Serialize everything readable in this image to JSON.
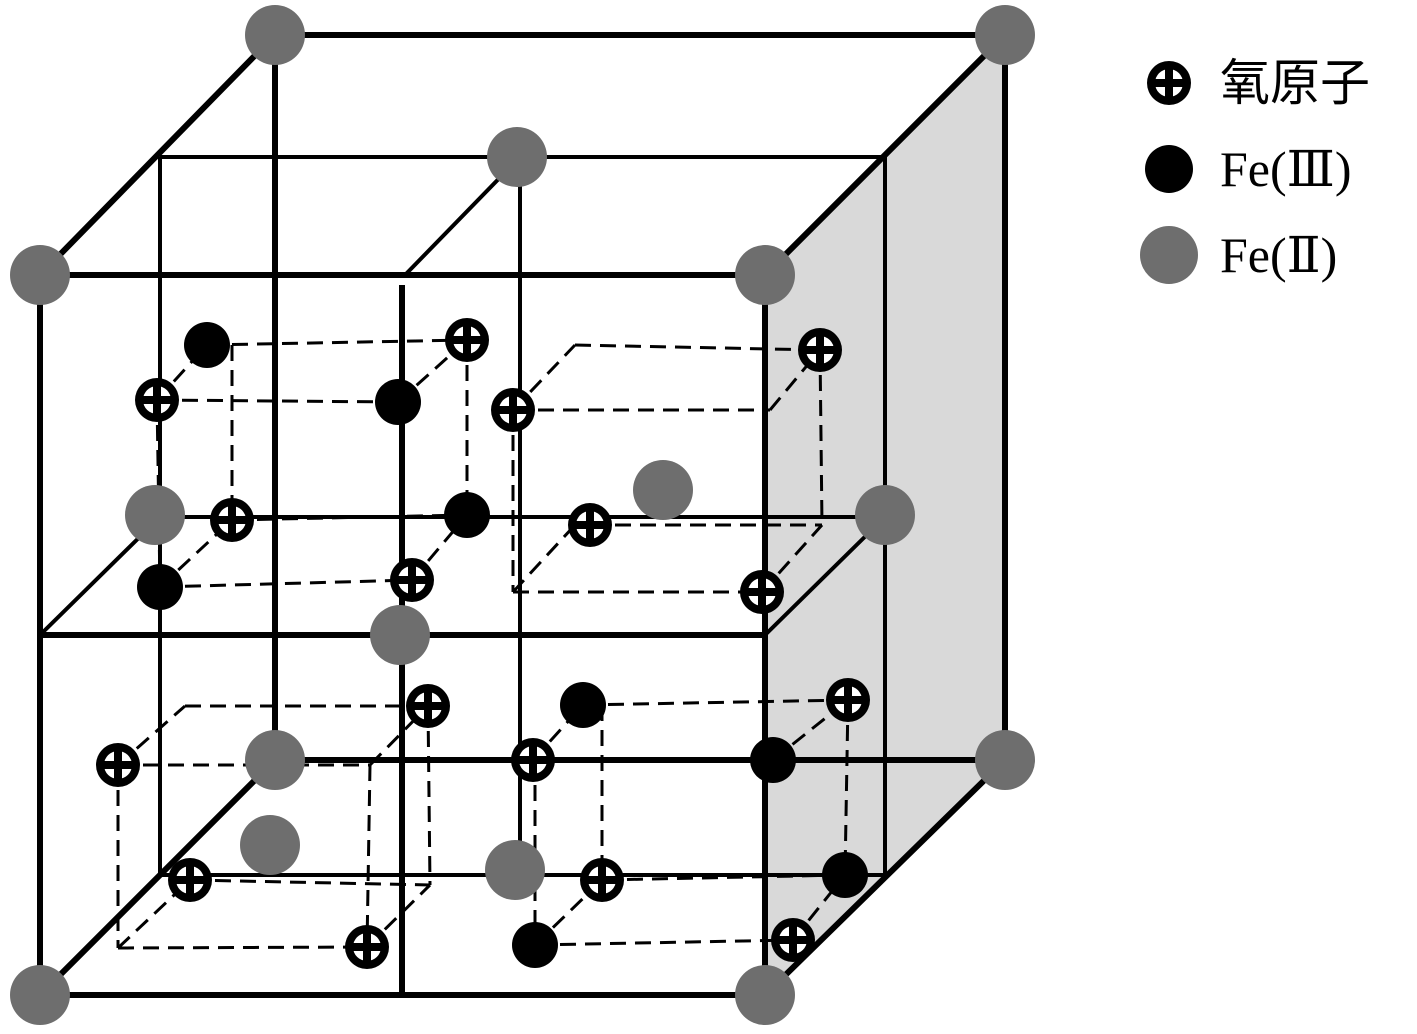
{
  "legend": {
    "items": [
      {
        "label": "氧原子",
        "kind": "oxygen"
      },
      {
        "label": "Fe(Ⅲ)",
        "kind": "fe3"
      },
      {
        "label": "Fe(Ⅱ)",
        "kind": "fe2"
      }
    ]
  },
  "colors": {
    "line": "#000000",
    "fe2": "#6e6e6e",
    "fe3": "#000000",
    "oxygen": "#000000",
    "shaded_face": "#d9d9d9"
  }
}
